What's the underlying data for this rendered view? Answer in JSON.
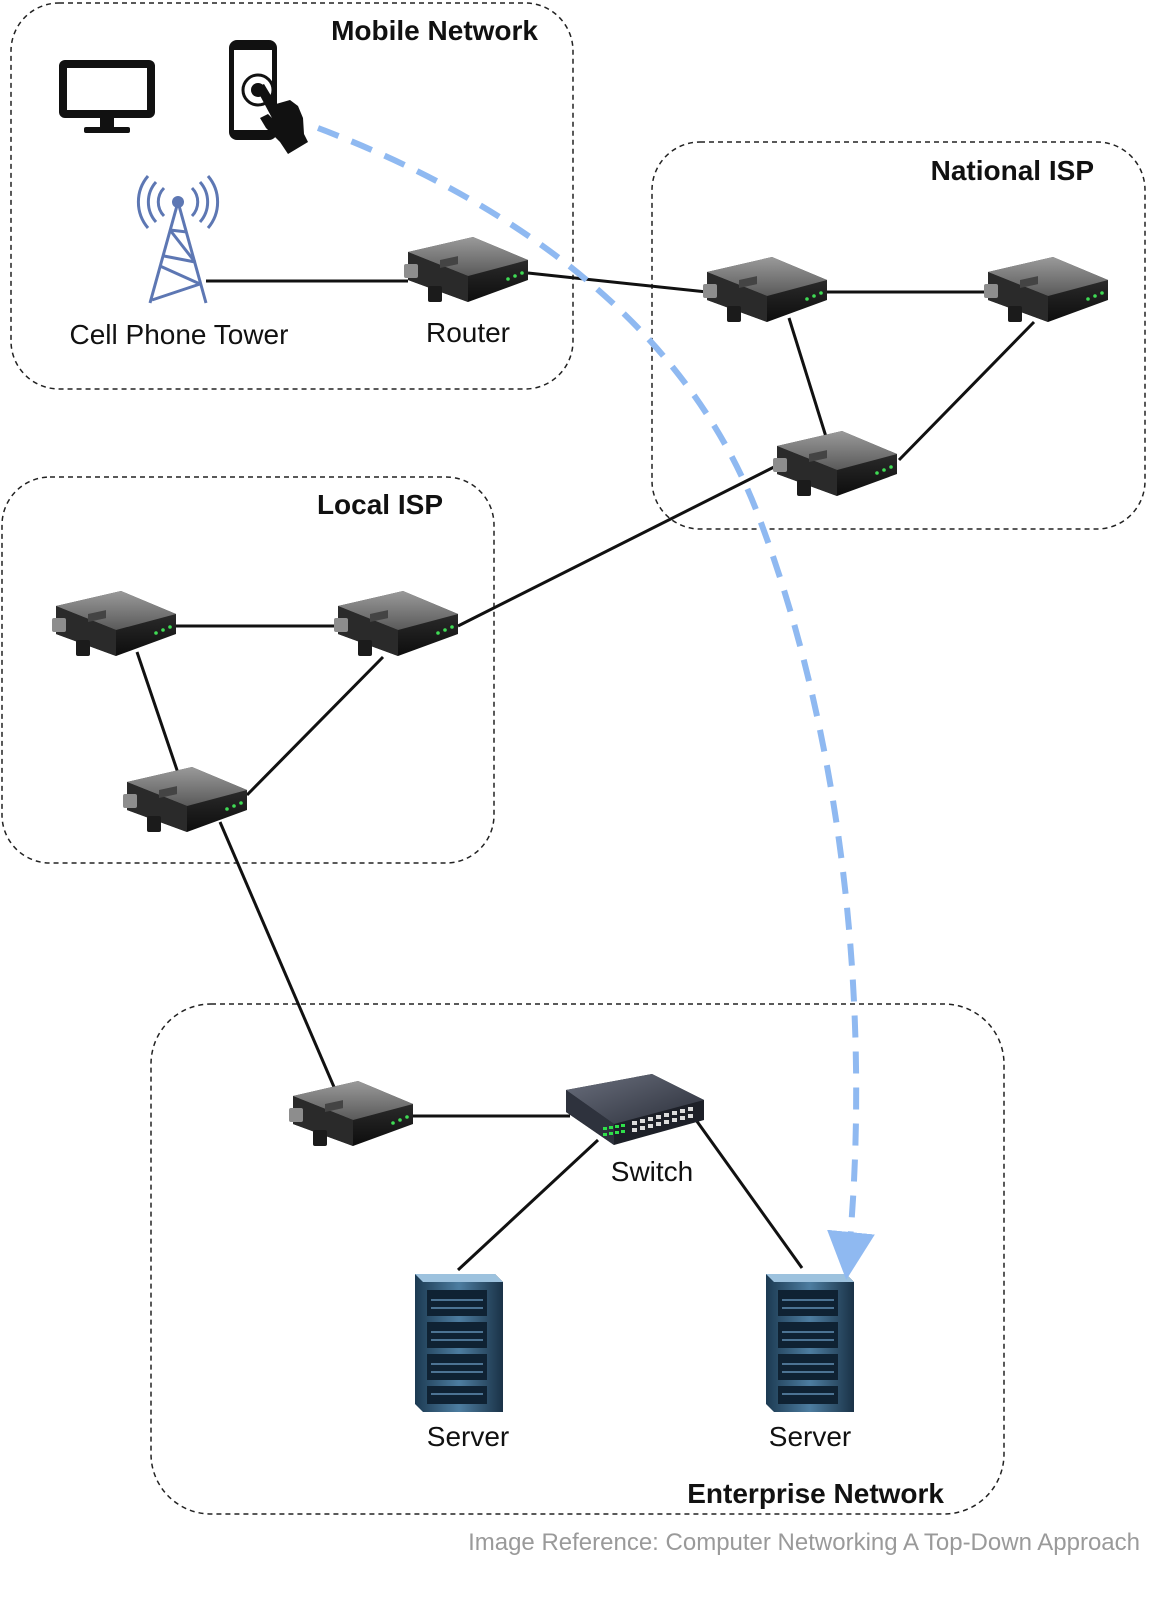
{
  "regions": {
    "mobile": "Mobile Network",
    "national": "National ISP",
    "local": "Local ISP",
    "enterprise": "Enterprise Network"
  },
  "labels": {
    "tower": "Cell Phone Tower",
    "router": "Router",
    "switch": "Switch",
    "server_left": "Server",
    "server_right": "Server"
  },
  "footer": {
    "reference": "Image Reference: Computer Networking A Top-Down Approach"
  },
  "colors": {
    "path": "#8fb9f1",
    "link": "#111111",
    "border": "#222222",
    "reference": "#9a9a9a"
  },
  "icons": {
    "monitor": "monitor-icon",
    "phone": "smartphone-touch-icon",
    "tower": "cell-tower-icon",
    "router": "router-icon",
    "switch": "network-switch-icon",
    "server": "server-rack-icon"
  }
}
